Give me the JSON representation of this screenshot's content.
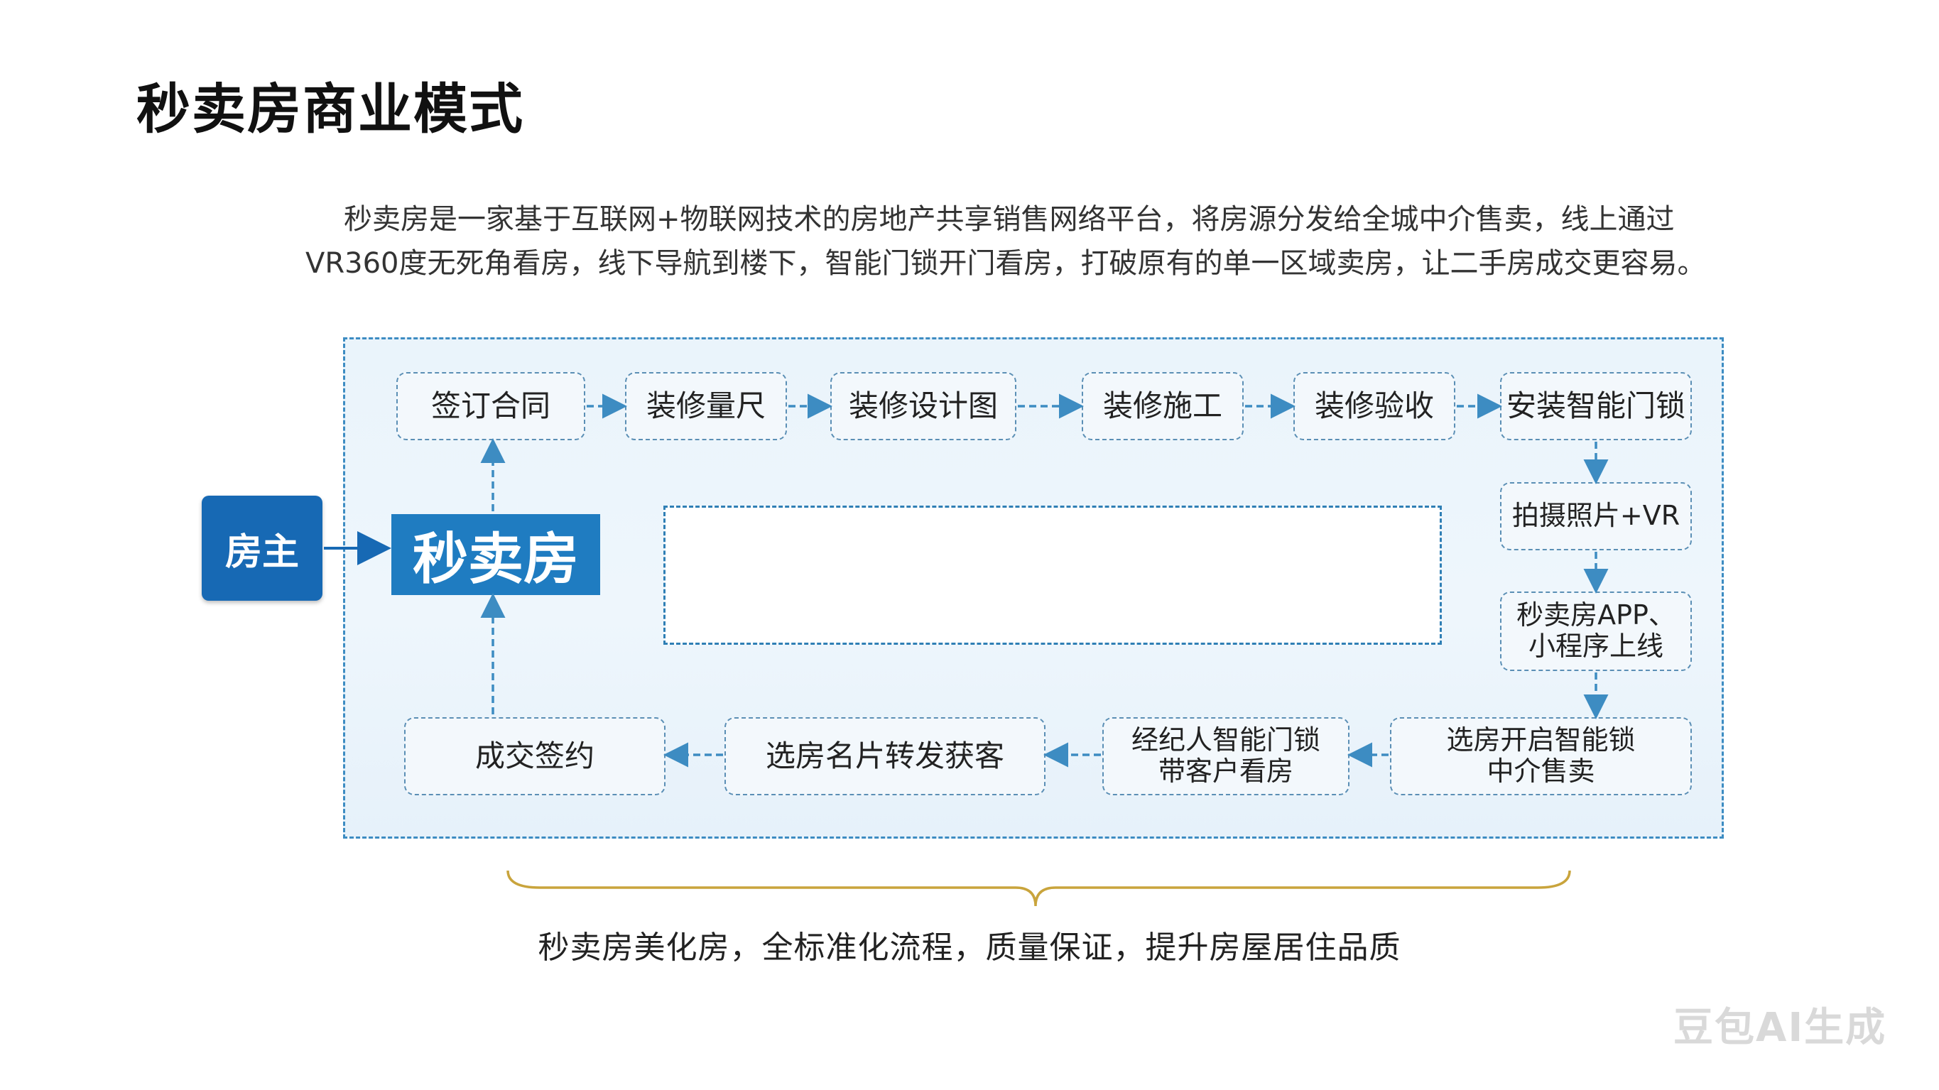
{
  "title": "秒卖房商业模式",
  "intro": {
    "line1": "秒卖房是一家基于互联网+物联网技术的房地产共享销售网络平台，将房源分发给全城中介售卖，线上通过",
    "line2": "VR360度无死角看房，线下导航到楼下，智能门锁开门看房，打破原有的单一区域卖房，让二手房成交更容易。"
  },
  "diagram": {
    "owner": "房主",
    "brand": "秒卖房",
    "top_row": [
      "签订合同",
      "装修量尺",
      "装修设计图",
      "装修施工",
      "装修验收",
      "安装智能门锁"
    ],
    "right_column": {
      "photo": "拍摄照片+VR",
      "online_line1": "秒卖房APP、",
      "online_line2": "小程序上线"
    },
    "bottom_row": {
      "sale_line1": "选房开启智能锁",
      "sale_line2": "中介售卖",
      "agent_line1": "经纪人智能门锁",
      "agent_line2": "带客户看房",
      "share": "选房名片转发获客",
      "deal": "成交签约"
    }
  },
  "summary": "秒卖房美化房，全标准化流程，质量保证，提升房屋居住品质",
  "watermark": "豆包AI生成",
  "colors": {
    "brand_blue": "#1f7cc1",
    "owner_blue": "#1769b4",
    "dashed_border": "#5b8fb5",
    "brace_gold": "#c9a43c"
  }
}
